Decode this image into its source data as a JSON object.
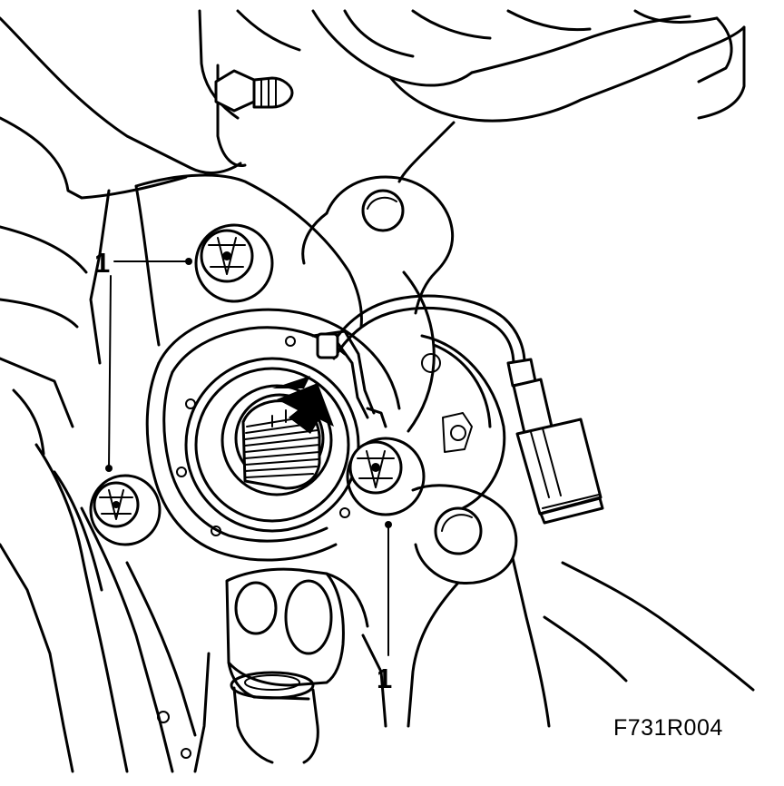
{
  "callouts": {
    "top_left": "1",
    "bottom_center": "1"
  },
  "figure_code": "F731R004",
  "colors": {
    "line": "#000000",
    "background": "#ffffff"
  }
}
